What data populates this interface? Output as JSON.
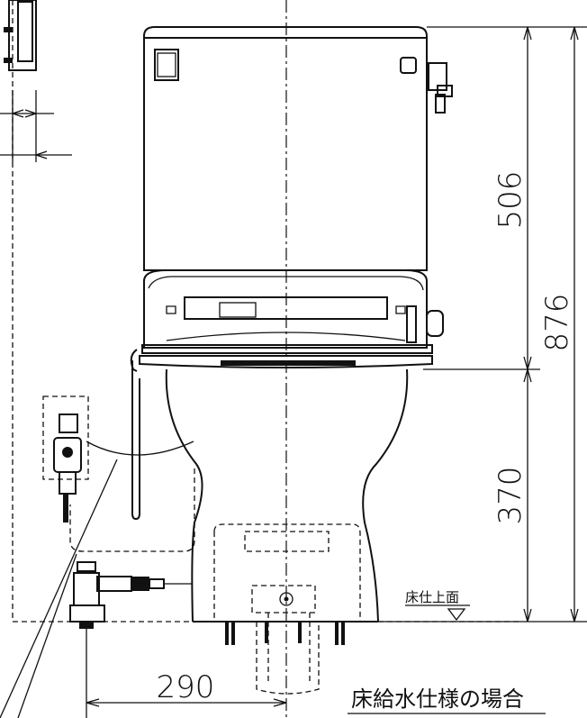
{
  "dimensions": {
    "tank_height": "506",
    "total_height": "876",
    "bowl_height": "370",
    "supply_offset": "290"
  },
  "floor_label": "床仕上面",
  "caption": "床給水仕様の場合"
}
